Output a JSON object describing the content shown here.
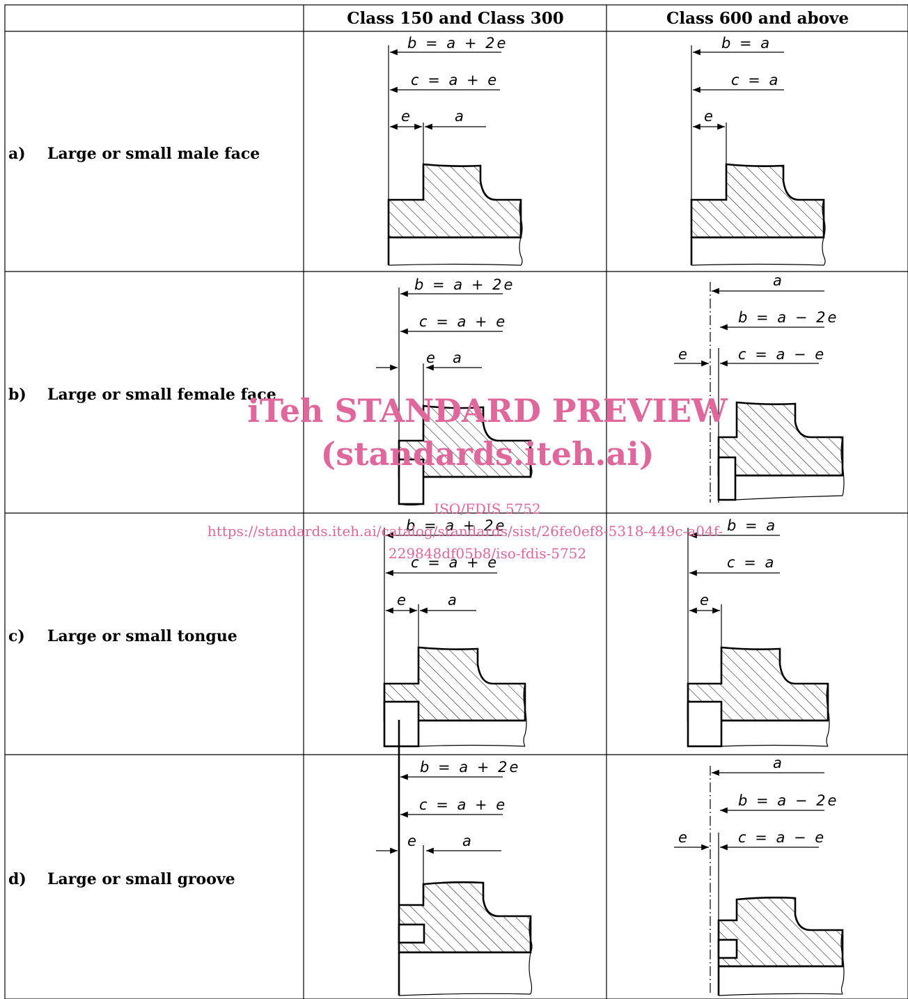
{
  "header": {
    "col1": "",
    "col2": "Class 150 and Class 300",
    "col3": "Class 600 and above"
  },
  "rows": [
    {
      "letter": "a)",
      "label": "Large or small male face"
    },
    {
      "letter": "b)",
      "label": "Large or small female face"
    },
    {
      "letter": "c)",
      "label": "Large or small tongue"
    },
    {
      "letter": "d)",
      "label": "Large or small groove"
    }
  ],
  "dims": {
    "b_a2e": "b = a + 2e",
    "c_ae": "c = a + e",
    "b_a": "b = a",
    "c_a": "c = a",
    "b_am2e": "b = a − 2e",
    "c_ame": "c = a − e",
    "e": "e",
    "a": "a"
  },
  "watermark": {
    "title": "iTeh STANDARD PREVIEW",
    "subtitle": "(standards.iteh.ai)",
    "doc": "ISO/FDIS 5752",
    "url": "https://standards.iteh.ai/catalog/standards/sist/26fe0ef8-5318-449c-a04f-",
    "url2": "229848df05b8/iso-fdis-5752"
  },
  "colors": {
    "watermark": "#e0679b",
    "lines": "#000000"
  }
}
